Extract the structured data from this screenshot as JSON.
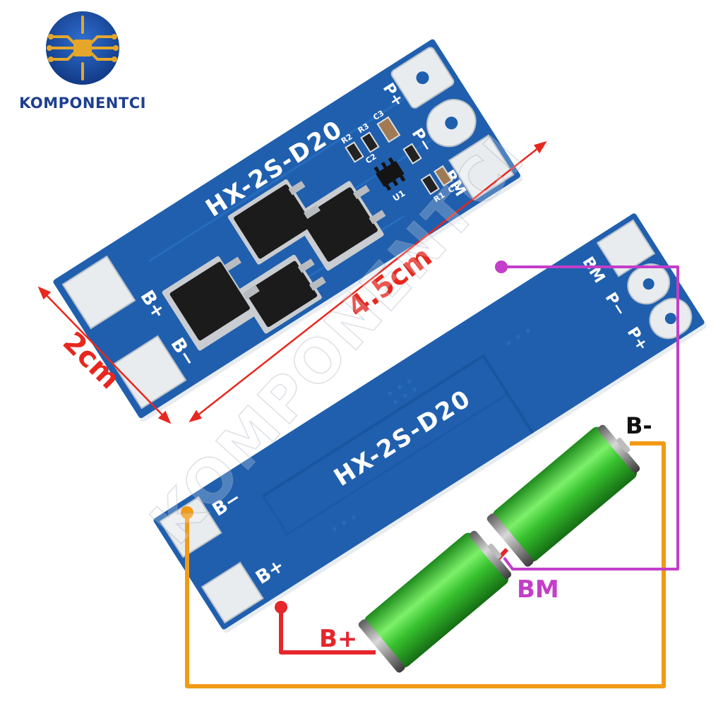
{
  "brand": {
    "name": "KOMPONENTCI",
    "watermark": "KOMPONENTCI",
    "colors": {
      "logo_blue": "#1d4fa8",
      "logo_gold": "#e5a72a",
      "text_blue": "#1d3f8f"
    }
  },
  "dimensions": {
    "width_label": "4.5cm",
    "height_label": "2cm",
    "color": "#e8271e"
  },
  "board_top": {
    "model": "HX-2S-D20",
    "pads": {
      "b_plus": "B+",
      "b_minus": "B−",
      "bm": "BM",
      "p_plus": "P+",
      "p_minus": "P−"
    },
    "components": {
      "u1": "U1",
      "r1": "R1",
      "r2": "R2",
      "r3": "R3",
      "c1": "C1",
      "c2": "C2",
      "c3": "C3"
    }
  },
  "board_bottom": {
    "model": "HX-2S-D20",
    "pads": {
      "b_plus": "B+",
      "b_minus": "B−",
      "bm": "BM",
      "p_plus": "P+",
      "p_minus": "P−"
    }
  },
  "wiring": {
    "b_minus_label": "B-",
    "bm_label": "BM",
    "b_plus_label": "B+",
    "colors": {
      "b_minus": "#f29a16",
      "bm": "#c33ec9",
      "b_plus": "#e5262b",
      "cell": "#37c12e",
      "pcb": "#1f5fae"
    }
  }
}
